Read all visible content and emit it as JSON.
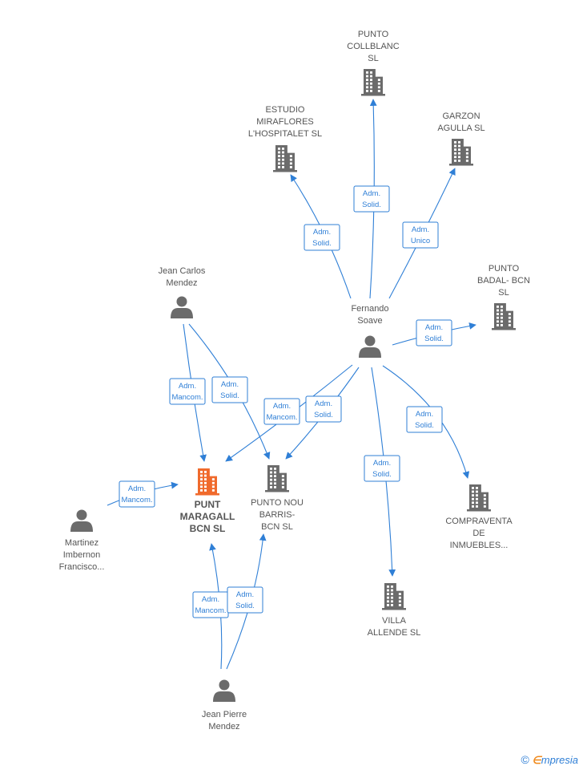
{
  "colors": {
    "node": "#6b6b6b",
    "focus": "#f06a2c",
    "edge": "#2f7fd6",
    "label": "#555555"
  },
  "nodes": [
    {
      "id": "punto_collblanc",
      "type": "company",
      "lines": [
        "PUNTO",
        "COLLBLANC",
        "SL"
      ]
    },
    {
      "id": "estudio_miraflores",
      "type": "company",
      "lines": [
        "ESTUDIO",
        "MIRAFLORES",
        "L'HOSPITALET SL"
      ]
    },
    {
      "id": "garzon_agulla",
      "type": "company",
      "lines": [
        "GARZON",
        "AGULLA SL"
      ]
    },
    {
      "id": "punto_badal",
      "type": "company",
      "lines": [
        "PUNTO",
        "BADAL- BCN",
        "SL"
      ]
    },
    {
      "id": "jean_carlos",
      "type": "person",
      "lines": [
        "Jean Carlos",
        "Mendez"
      ]
    },
    {
      "id": "fernando",
      "type": "person",
      "lines": [
        "Fernando",
        "Soave"
      ]
    },
    {
      "id": "punt_maragall",
      "type": "company",
      "focus": true,
      "lines": [
        "PUNT",
        "MARAGALL",
        "BCN SL"
      ]
    },
    {
      "id": "punto_nou_barris",
      "type": "company",
      "lines": [
        "PUNTO NOU",
        "BARRIS-",
        "BCN SL"
      ]
    },
    {
      "id": "martinez",
      "type": "person",
      "lines": [
        "Martinez",
        "Imbernon",
        "Francisco..."
      ]
    },
    {
      "id": "compraventa",
      "type": "company",
      "lines": [
        "COMPRAVENTA",
        "DE",
        "INMUEBLES..."
      ]
    },
    {
      "id": "villa_allende",
      "type": "company",
      "lines": [
        "VILLA",
        "ALLENDE SL"
      ]
    },
    {
      "id": "jean_pierre",
      "type": "person",
      "lines": [
        "Jean Pierre",
        "Mendez"
      ]
    }
  ],
  "edges": [
    {
      "from": "fernando",
      "to": "punto_collblanc",
      "lines": [
        "Adm.",
        "Solid."
      ]
    },
    {
      "from": "fernando",
      "to": "estudio_miraflores",
      "lines": [
        "Adm.",
        "Solid."
      ]
    },
    {
      "from": "fernando",
      "to": "garzon_agulla",
      "lines": [
        "Adm.",
        "Unico"
      ]
    },
    {
      "from": "fernando",
      "to": "punto_badal",
      "lines": [
        "Adm.",
        "Solid."
      ]
    },
    {
      "from": "fernando",
      "to": "compraventa",
      "lines": [
        "Adm.",
        "Solid."
      ]
    },
    {
      "from": "fernando",
      "to": "villa_allende",
      "lines": [
        "Adm.",
        "Solid."
      ]
    },
    {
      "from": "fernando",
      "to": "punt_maragall",
      "lines": [
        "Adm.",
        "Mancom."
      ]
    },
    {
      "from": "fernando",
      "to": "punto_nou_barris",
      "lines": [
        "Adm.",
        "Solid."
      ]
    },
    {
      "from": "jean_carlos",
      "to": "punt_maragall",
      "lines": [
        "Adm.",
        "Mancom."
      ]
    },
    {
      "from": "jean_carlos",
      "to": "punto_nou_barris",
      "lines": [
        "Adm.",
        "Solid."
      ]
    },
    {
      "from": "martinez",
      "to": "punt_maragall",
      "lines": [
        "Adm.",
        "Mancom."
      ]
    },
    {
      "from": "jean_pierre",
      "to": "punt_maragall",
      "lines": [
        "Adm.",
        "Mancom."
      ]
    },
    {
      "from": "jean_pierre",
      "to": "punto_nou_barris",
      "lines": [
        "Adm.",
        "Solid."
      ]
    }
  ],
  "footer": {
    "copyright": "©",
    "brand_first": "∈",
    "brand_rest": "mpresia"
  }
}
